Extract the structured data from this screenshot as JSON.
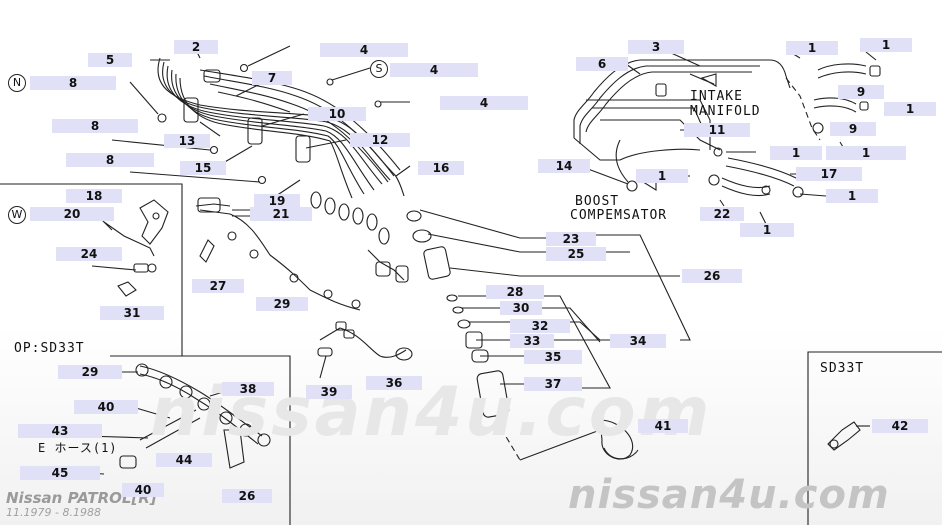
{
  "diagram": {
    "model_title": "Nissan PATROL[R]",
    "production_dates": "11.1979 - 8.1988",
    "watermark": "nissan4u.com",
    "brand_logo": "nissan4u.com",
    "labels": {
      "intake_manifold_1": "INTAKE",
      "intake_manifold_2": "MANIFOLD",
      "boost_1": "BOOST",
      "boost_2": "COMPEMSATOR",
      "region_n": "N",
      "region_s": "S",
      "region_w": "W",
      "op_sd33t": "OP:SD33T",
      "sd33t": "SD33T",
      "hose": "E ホース(1)"
    },
    "callouts": [
      "2",
      "5",
      "4",
      "8",
      "7",
      "4",
      "10",
      "4",
      "8",
      "13",
      "12",
      "15",
      "16",
      "8",
      "19",
      "21",
      "3",
      "6",
      "1",
      "1",
      "9",
      "1",
      "11",
      "9",
      "1",
      "14",
      "1",
      "17",
      "1",
      "22",
      "1",
      "1",
      "23",
      "25",
      "26",
      "28",
      "30",
      "32",
      "33",
      "34",
      "35",
      "37",
      "41",
      "18",
      "20",
      "24",
      "31",
      "27",
      "29",
      "36",
      "39",
      "29",
      "38",
      "40",
      "43",
      "44",
      "45",
      "40",
      "26",
      "42"
    ]
  }
}
